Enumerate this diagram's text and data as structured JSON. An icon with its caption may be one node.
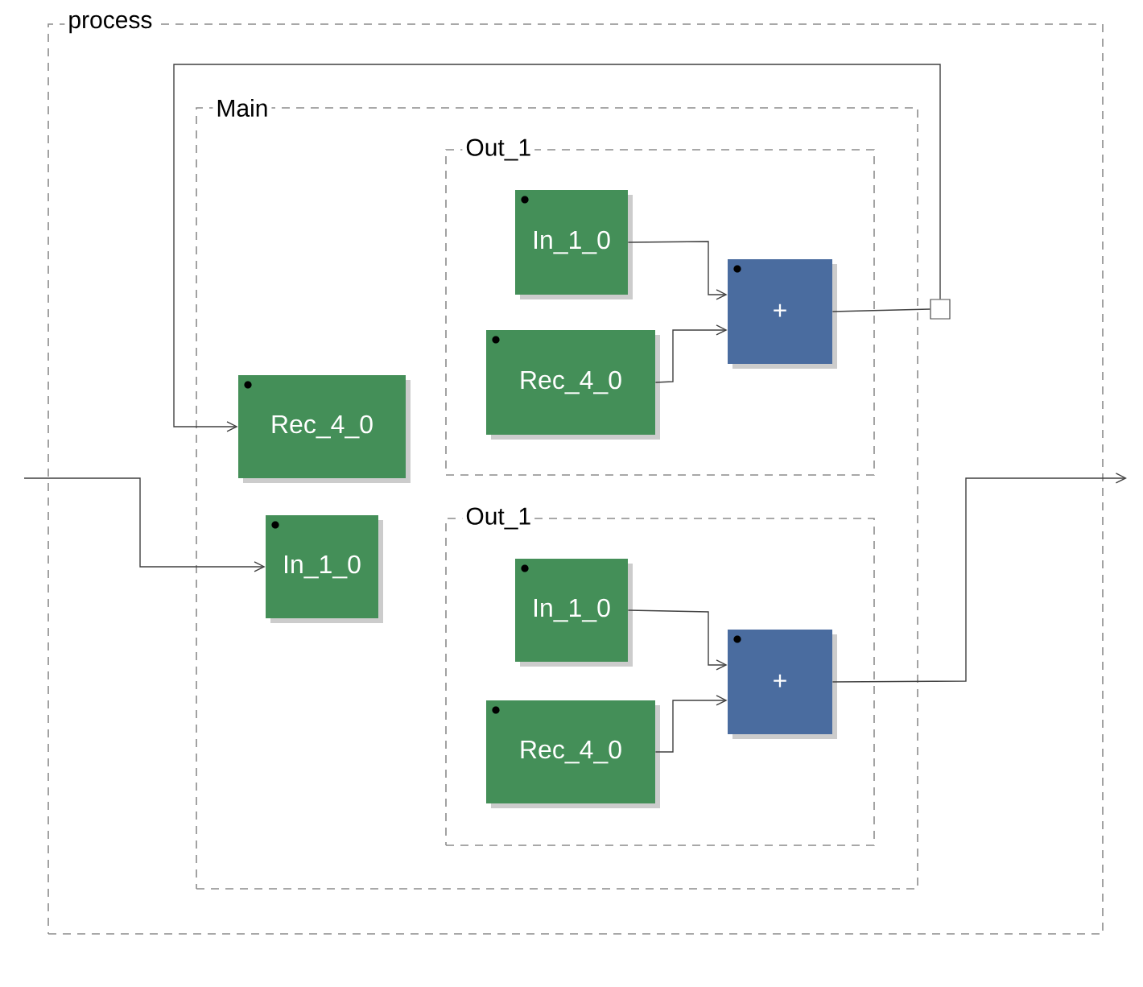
{
  "diagram": {
    "nodes": [
      {
        "text": [
          "process"
        ]
      },
      {
        "text": [
          "Main"
        ],
        "in": 0
      },
      {
        "text": [
          "Out_1"
        ],
        "in": 1
      },
      {
        "text": [
          "In_1_0"
        ],
        "in": 2
      },
      {
        "text": [
          "Rec_4_0"
        ],
        "in": 2
      },
      {
        "text": [
          "+"
        ],
        "in": 2
      },
      {
        "text": [],
        "shape": "box",
        "in": 0
      },
      {
        "text": [
          "Rec_4_0"
        ],
        "in": 1
      },
      {
        "text": [
          "In_1_0"
        ],
        "in": 1
      },
      {
        "text": [
          "Out_1"
        ],
        "in": 1
      },
      {
        "text": [
          "In_1_0"
        ],
        "in": 9
      },
      {
        "text": [
          "Rec_4_0"
        ],
        "in": 9
      },
      {
        "text": [
          "+"
        ],
        "in": 9
      }
    ],
    "edges": [
      {
        "from": 3,
        "to": 5,
        "arrow": "to"
      },
      {
        "from": 4,
        "to": 5,
        "arrow": "to"
      },
      {
        "from": 5,
        "to": 6,
        "arrow": "none"
      },
      {
        "from": 6,
        "to": 7,
        "arrow": "to"
      },
      {
        "from": null,
        "to": 8,
        "arrow": "to"
      },
      {
        "from": 10,
        "to": 12,
        "arrow": "to"
      },
      {
        "from": 11,
        "to": 12,
        "arrow": "to"
      },
      {
        "from": 12,
        "to": null,
        "arrow": "to"
      }
    ]
  }
}
